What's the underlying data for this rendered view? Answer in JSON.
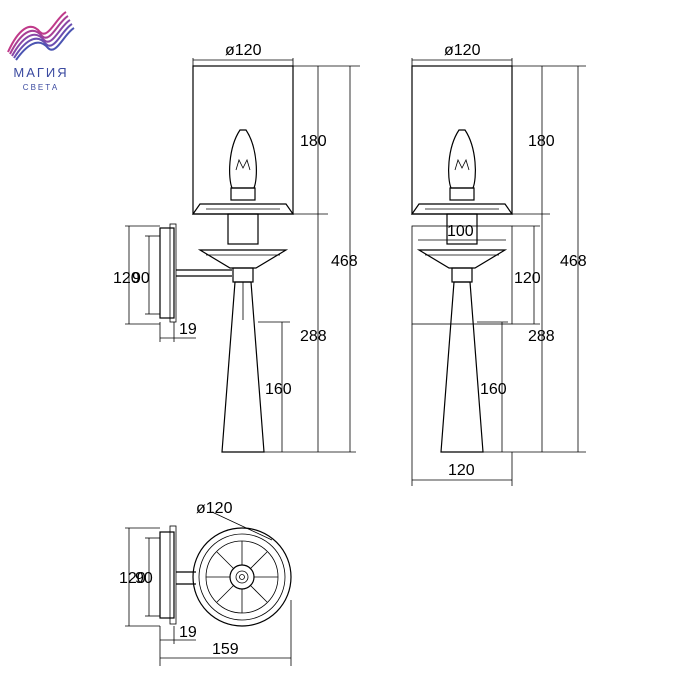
{
  "brand": {
    "name": "МАГИЯ",
    "tagline": "СВЕТА",
    "logo_icon": "wave-logo-icon",
    "colors": [
      "#3b4aa0",
      "#c03a8a",
      "#7a4fb0"
    ]
  },
  "views": {
    "side": {
      "labels": {
        "bracket_h": "120",
        "plate_h": "90",
        "depth": "19"
      }
    },
    "front_left": {
      "labels": {
        "shade_d": "ø120",
        "shade_h": "180",
        "total_h": "468",
        "body_h": "288",
        "cone_h": "160"
      }
    },
    "front_right": {
      "labels": {
        "shade_d": "ø120",
        "shade_h": "180",
        "total_h": "468",
        "body_h": "288",
        "cone_h": "160",
        "cup_w": "100",
        "lower_h": "120",
        "bottom_w": "120"
      }
    },
    "top": {
      "labels": {
        "diameter": "ø120",
        "plate_h_a": "120",
        "plate_h_b": "90",
        "depth": "19",
        "projection": "159"
      }
    }
  }
}
